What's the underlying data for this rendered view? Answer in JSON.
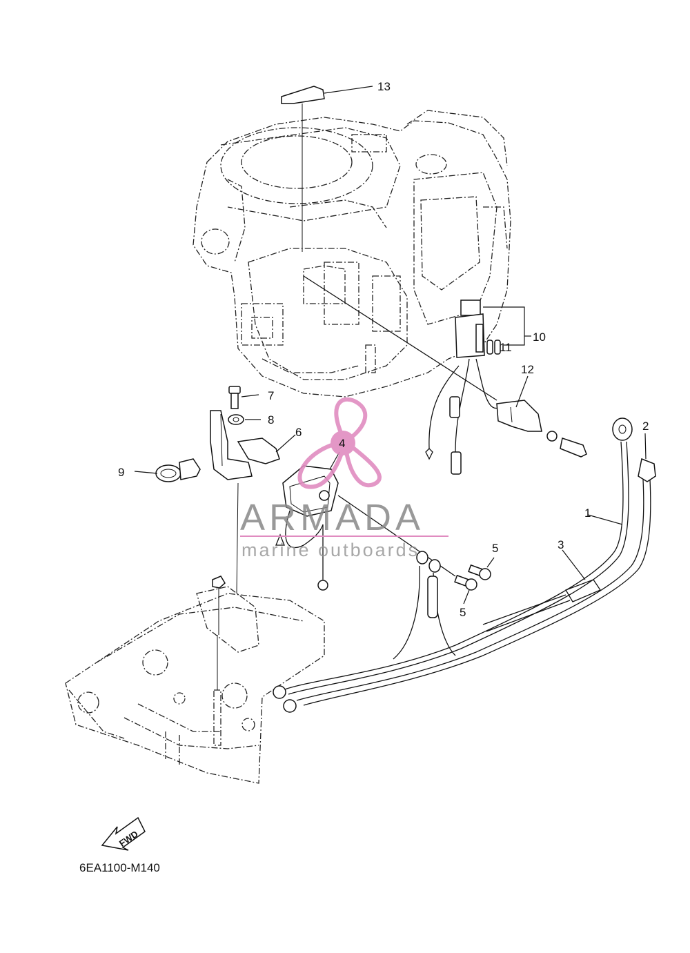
{
  "diagram_code": "6EA1100-M140",
  "watermark": {
    "brand": "ARMADA",
    "tagline": "marine outboards",
    "accent_color": "#e08cc0",
    "text_color": "#888888"
  },
  "fwd_arrow": {
    "label": "FWD"
  },
  "callouts": [
    {
      "id": "1",
      "label": "1"
    },
    {
      "id": "2",
      "label": "2"
    },
    {
      "id": "3",
      "label": "3"
    },
    {
      "id": "4",
      "label": "4"
    },
    {
      "id": "5a",
      "label": "5"
    },
    {
      "id": "5b",
      "label": "5"
    },
    {
      "id": "6",
      "label": "6"
    },
    {
      "id": "7",
      "label": "7"
    },
    {
      "id": "8",
      "label": "8"
    },
    {
      "id": "9",
      "label": "9"
    },
    {
      "id": "10",
      "label": "10"
    },
    {
      "id": "11",
      "label": "11"
    },
    {
      "id": "12",
      "label": "12"
    },
    {
      "id": "13",
      "label": "13"
    }
  ]
}
